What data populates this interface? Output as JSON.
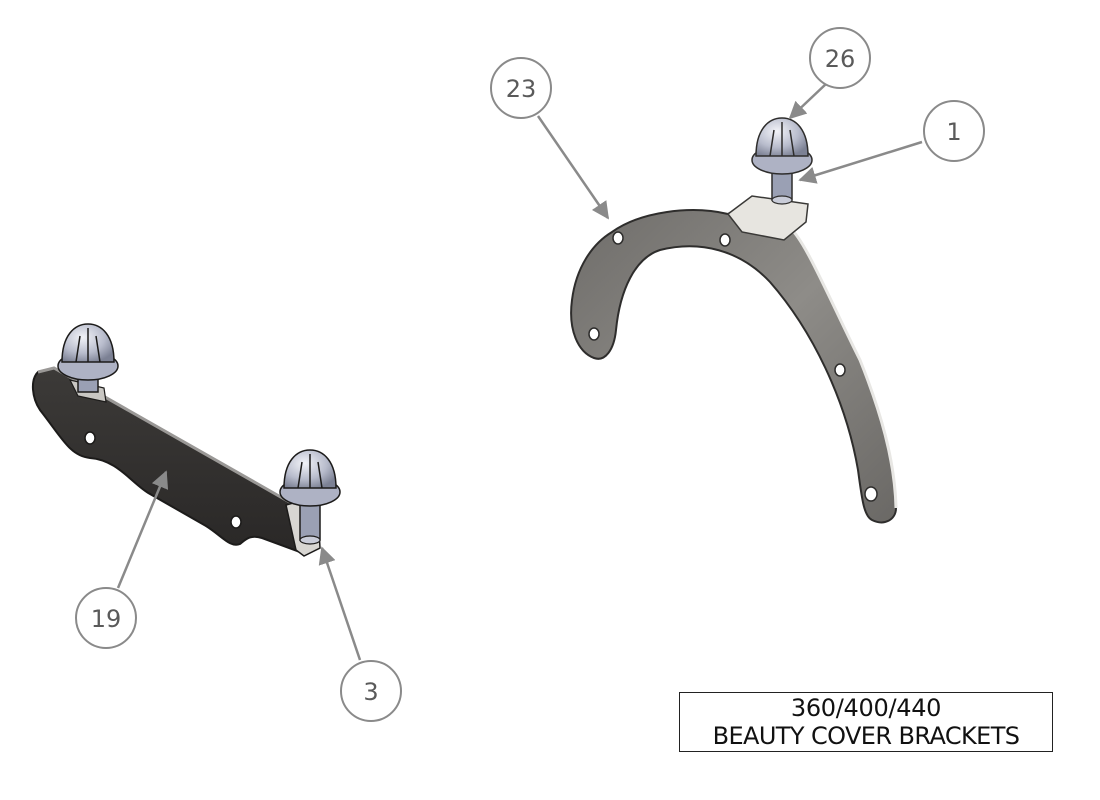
{
  "callouts": [
    {
      "id": "balloon-26",
      "label": "26"
    },
    {
      "id": "balloon-23",
      "label": "23"
    },
    {
      "id": "balloon-1",
      "label": "1"
    },
    {
      "id": "balloon-19",
      "label": "19"
    },
    {
      "id": "balloon-3",
      "label": "3"
    }
  ],
  "title_block": {
    "line1": "360/400/440",
    "line2": "BEAUTY COVER BRACKETS"
  },
  "colors": {
    "bracket_fill": "#8c8a86",
    "bracket_dark": "#4a4846",
    "fastener_fill": "#c9ccd8",
    "leader": "#8a8a8a",
    "balloon_stroke": "#8a8a8a"
  }
}
